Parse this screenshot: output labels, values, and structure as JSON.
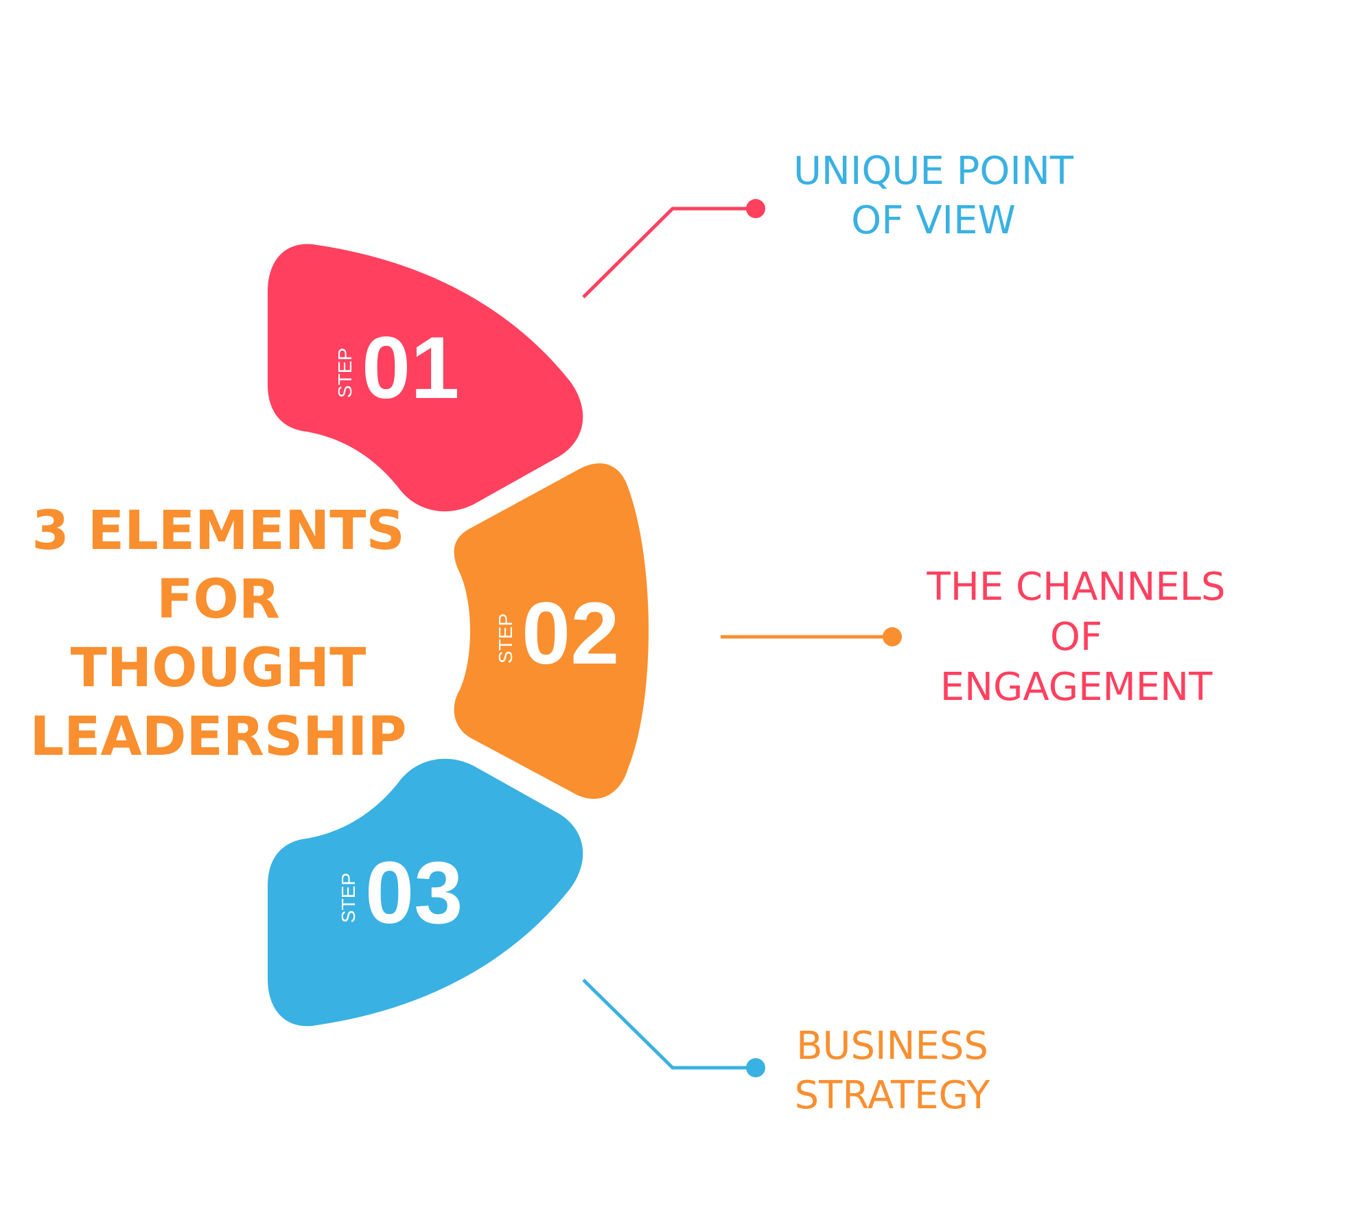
{
  "title": {
    "lines": [
      "3 ELEMENTS",
      "FOR",
      "THOUGHT",
      "LEADERSHIP"
    ],
    "color": "#f98f2f"
  },
  "steps": [
    {
      "word": "STEP",
      "number": "01",
      "color": "#ff405f",
      "label_lines": [
        "UNIQUE POINT",
        "OF VIEW"
      ],
      "label_color": "#39b1e2"
    },
    {
      "word": "STEP",
      "number": "02",
      "color": "#f98f2f",
      "label_lines": [
        "THE CHANNELS",
        "OF",
        "ENGAGEMENT"
      ],
      "label_color": "#ff405f"
    },
    {
      "word": "STEP",
      "number": "03",
      "color": "#39b1e2",
      "label_lines": [
        "BUSINESS",
        "STRATEGY"
      ],
      "label_color": "#f98f2f"
    }
  ]
}
